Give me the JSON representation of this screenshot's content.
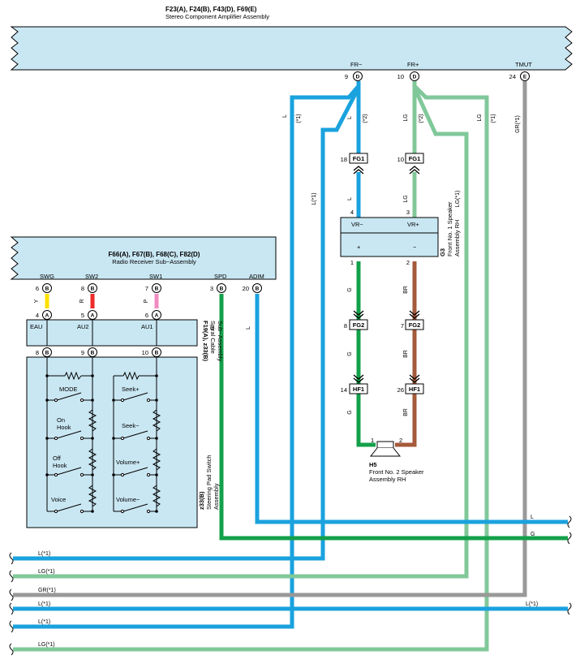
{
  "amp": {
    "title": "F23(A), F24(B), F43(D), F69(E)",
    "name": "Stereo Component Amplifier Assembly"
  },
  "amp_pins": [
    {
      "term": "FR−",
      "num": "9",
      "conn": "D"
    },
    {
      "term": "FR+",
      "num": "10",
      "conn": "D"
    },
    {
      "term": "TMUT",
      "num": "24",
      "conn": "E"
    }
  ],
  "receiver": {
    "title": "F66(A), F67(B), F68(C), F82(D)",
    "name": "Radio Receiver Sub−Assembly"
  },
  "receiver_pins": [
    {
      "term": "SWG",
      "num": "6",
      "conn": "B"
    },
    {
      "term": "SW2",
      "num": "8",
      "conn": "B"
    },
    {
      "term": "SW1",
      "num": "7",
      "conn": "B"
    },
    {
      "term": "SPD",
      "num": "3",
      "conn": "B"
    },
    {
      "term": "ADIM",
      "num": "20",
      "conn": "B"
    }
  ],
  "spiral": {
    "title": "F19(A), z33(B)",
    "name1": "Spiral Cable",
    "name2": "Sub−Assembly",
    "terms": [
      "EAU",
      "AU2",
      "AU1"
    ],
    "top_pins": [
      {
        "num": "4",
        "conn": "A"
      },
      {
        "num": "5",
        "conn": "A"
      },
      {
        "num": "6",
        "conn": "A"
      }
    ],
    "bottom_pins": [
      {
        "num": "8",
        "conn": "B"
      },
      {
        "num": "9",
        "conn": "B"
      },
      {
        "num": "10",
        "conn": "B"
      }
    ]
  },
  "steering": {
    "title": "z33(B)",
    "name1": "Steering Pad Switch",
    "name2": "Assembly",
    "switches": [
      "MODE",
      "On",
      "Hook",
      "Off",
      "Hook",
      "Voice",
      "Seek+",
      "Seek−",
      "Volume+",
      "Volume−"
    ]
  },
  "speaker1": {
    "title": "G3",
    "name1": "Front No. 1 Speaker",
    "name2": "Assembly RH",
    "terms": [
      "VR−",
      "VR+",
      "+",
      "−"
    ],
    "pins": [
      "4",
      "3",
      "1",
      "2"
    ]
  },
  "speaker2": {
    "title": "H5",
    "name1": "Front No. 2 Speaker",
    "name2": "Assembly RH",
    "pins": [
      "1",
      "2"
    ]
  },
  "connectors": [
    {
      "name": "FG1",
      "pin": "18"
    },
    {
      "name": "FG1",
      "pin": "10"
    },
    {
      "name": "FG2",
      "pin": "8"
    },
    {
      "name": "FG2",
      "pin": "7"
    },
    {
      "name": "HF1",
      "pin": "14"
    },
    {
      "name": "HF1",
      "pin": "26"
    }
  ],
  "wire_labels": [
    "Y",
    "R",
    "P",
    "G",
    "L",
    "L",
    "(*1)",
    "L",
    "(*2)",
    "LG",
    "(*2)",
    "LG",
    "(*1)",
    "GR(*1)",
    "L",
    "LG",
    "L(*1)",
    "LG(*1)",
    "G",
    "BR",
    "G",
    "BR",
    "G",
    "BR"
  ],
  "bottom_labels": [
    "L",
    "G",
    "L(*1)",
    "LG(*1)",
    "GR(*1)",
    "L(*1)",
    "L(*1)",
    "L(*1)",
    "LG(*1)"
  ],
  "colors": {
    "blue": "#1aa2de",
    "lightgreen": "#80c89a",
    "green": "#14a04a",
    "gray": "#999999",
    "brown": "#a55a3a",
    "yellow": "#ffe000",
    "red": "#ee2a2a",
    "pink": "#f08cc2",
    "box": "#c9e7f3"
  }
}
